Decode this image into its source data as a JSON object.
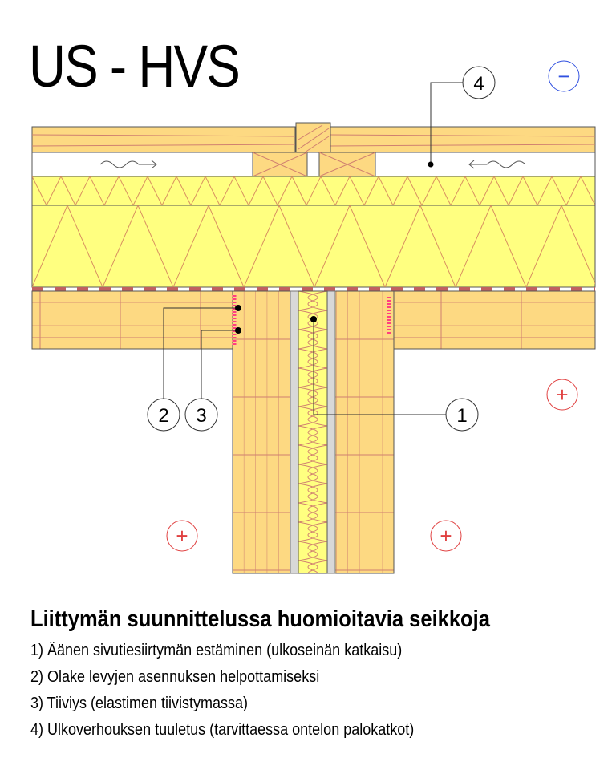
{
  "title": "US - HVS",
  "callouts": {
    "c1": "1",
    "c2": "2",
    "c3": "3",
    "c4": "4"
  },
  "symbols": {
    "minus": "−",
    "plus": "+"
  },
  "colors": {
    "timber": "#fdd982",
    "insulation": "#ffff80",
    "grain": "#d08070",
    "plate": "#d8d8d8",
    "membrane": "#c06060",
    "sealant": "#ff4080"
  },
  "heading": "Liittymän suunnittelussa huomioitavia seikkoja",
  "notes": [
    "1) Äänen sivutiesiirtymän estäminen (ulkoseinän katkaisu)",
    "2) Olake levyjen asennuksen helpottamiseksi",
    "3) Tiiviys (elastimen tiivistymassa)",
    "4) Ulkoverhouksen tuuletus (tarvittaessa ontelon palokatkot)"
  ]
}
